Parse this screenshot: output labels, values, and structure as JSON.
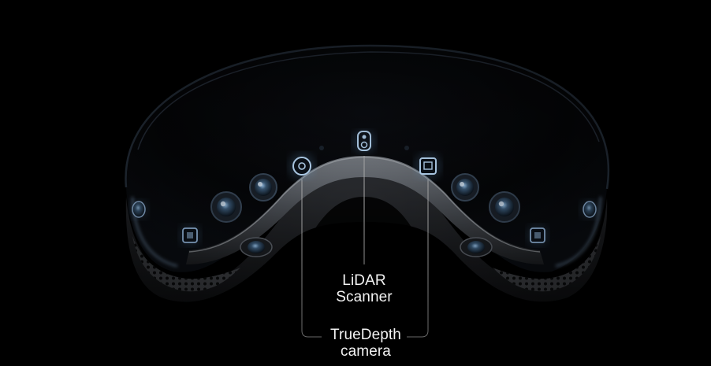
{
  "callouts": {
    "lidar": {
      "line1": "LiDAR",
      "line2": "Scanner"
    },
    "truedepth": {
      "line1": "TrueDepth",
      "line2": "camera"
    }
  },
  "colors": {
    "background": "#000000",
    "glass_highlight": "#9fc4ec",
    "sensor_glow": "#a9d3ff",
    "callout_line": "#bdbdbd",
    "label_text": "#f2f2f2"
  },
  "icons": [
    "headset-illustration",
    "lidar-scanner-icon",
    "truedepth-camera-icon",
    "flood-illuminator-icon",
    "main-camera-icon",
    "downward-camera-icon",
    "side-camera-icon",
    "ir-illuminator-icon"
  ]
}
